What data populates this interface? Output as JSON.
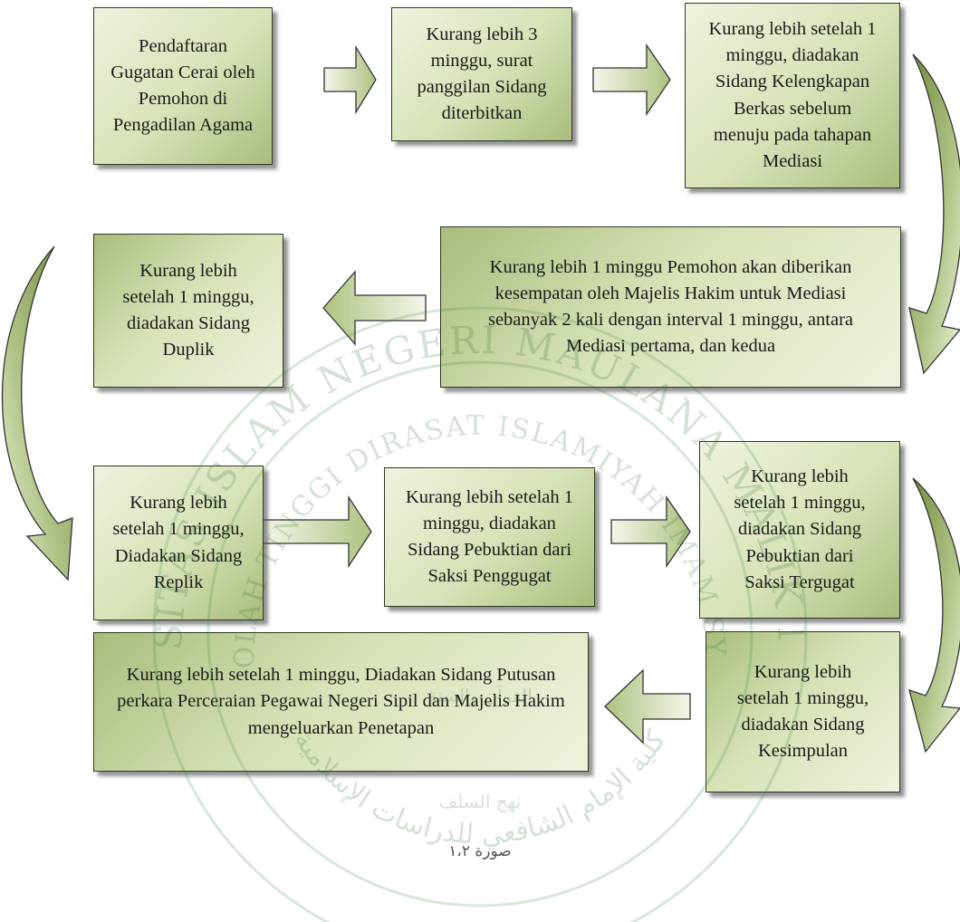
{
  "steps": [
    {
      "id": 1,
      "text": "Pendaftaran Gugatan Cerai oleh Pemohon di Pengadilan Agama"
    },
    {
      "id": 2,
      "text": "Kurang lebih 3 minggu, surat panggilan Sidang diterbitkan"
    },
    {
      "id": 3,
      "text": "Kurang lebih setelah 1 minggu, diadakan Sidang Kelengkapan Berkas sebelum menuju pada tahapan Mediasi"
    },
    {
      "id": 4,
      "text": "Kurang lebih 1 minggu Pemohon akan diberikan kesempatan oleh Majelis Hakim untuk Mediasi sebanyak 2 kali dengan interval 1 minggu, antara Mediasi pertama, dan kedua"
    },
    {
      "id": 5,
      "text": "Kurang lebih setelah 1 minggu, diadakan Sidang Duplik"
    },
    {
      "id": 6,
      "text": "Kurang lebih setelah 1 minggu, Diadakan Sidang Replik"
    },
    {
      "id": 7,
      "text": "Kurang lebih setelah 1 minggu, diadakan Sidang Pebuktian dari Saksi Penggugat"
    },
    {
      "id": 8,
      "text": "Kurang lebih setelah 1 minggu, diadakan Sidang Pebuktian dari Saksi Tergugat"
    },
    {
      "id": 9,
      "text": "Kurang lebih setelah 1 minggu, diadakan Sidang Kesimpulan"
    },
    {
      "id": 10,
      "text": "Kurang lebih setelah 1 minggu, Diadakan Sidang Putusan perkara Perceraian Pegawai Negeri Sipil dan Majelis Hakim mengeluarkan Penetapan"
    }
  ],
  "watermark": {
    "arc_top": "UNIVERSITAS ISLAM NEGERI MAULANA MALIK IBRAHIM",
    "arc_inner": "SEKOLAH TINGGI DIRASAT ISLAMIYAH IMAM SYAFI'I",
    "center_text": "القرآن والسنة",
    "motto": "نهج السلف",
    "arabic_arc": "كلية الإمام الشافعي للدراسات الإسلامية"
  },
  "caption": "صورة ١،٢",
  "colors": {
    "box_light": "#eef3de",
    "box_mid": "#d6e2b6",
    "box_dark": "#a9bd7c",
    "border": "#2f3a22"
  }
}
